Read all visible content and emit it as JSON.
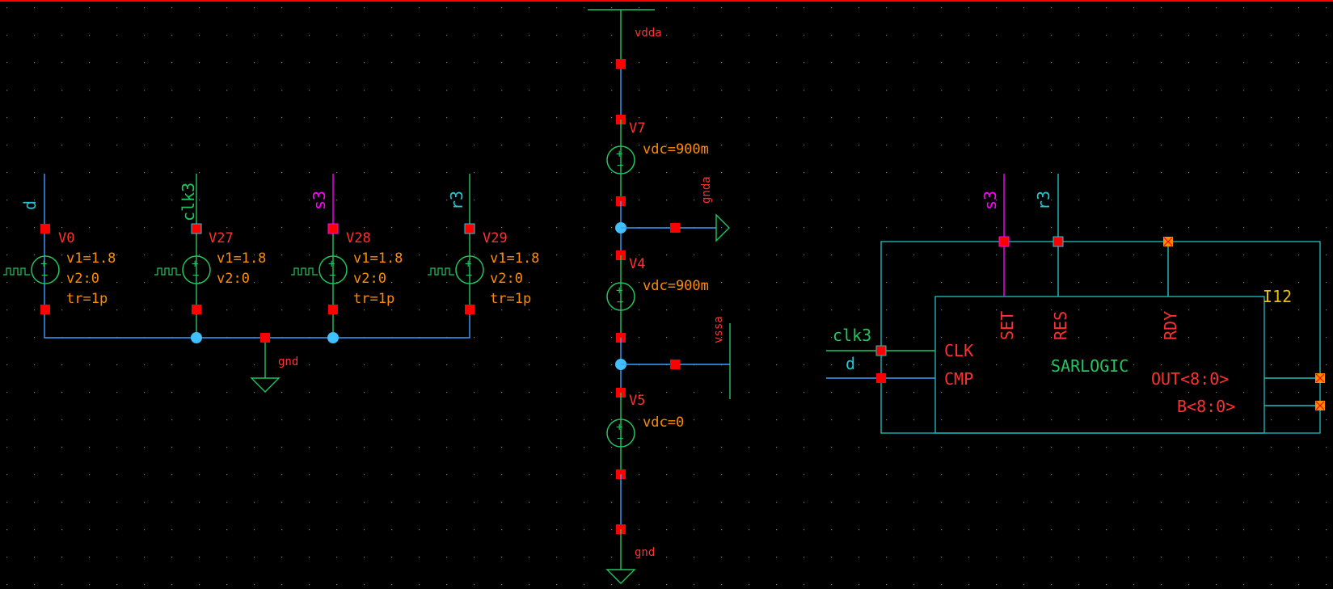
{
  "colors": {
    "background": "#000000",
    "border_top": "#ff0000",
    "wire": "#3aa0ff",
    "symbol": "#22c55e",
    "pin": "#ff0000",
    "label": "#ff3030",
    "param": "#ff8c00",
    "net_cyan": "#22c8d8",
    "net_magenta": "#ff00ff",
    "instance_name": "#e8c000",
    "block_outline": "#20c0c0",
    "junction": "#40c0ff"
  },
  "sources": [
    {
      "net": "d",
      "name": "V0",
      "params": [
        "v1=1.8",
        "v2:0",
        "tr=1p"
      ]
    },
    {
      "net": "clk3",
      "name": "V27",
      "params": [
        "v1=1.8",
        "v2:0"
      ]
    },
    {
      "net": "s3",
      "name": "V28",
      "params": [
        "v1=1.8",
        "v2:0",
        "tr=1p"
      ]
    },
    {
      "net": "r3",
      "name": "V29",
      "params": [
        "v1=1.8",
        "v2:0",
        "tr=1p"
      ]
    }
  ],
  "left_ground": "gnd",
  "supply_stack": {
    "top_net": "vdda",
    "sources": [
      {
        "name": "V7",
        "param": "vdc=900m"
      },
      {
        "name": "V4",
        "param": "vdc=900m"
      },
      {
        "name": "V5",
        "param": "vdc=0"
      }
    ],
    "mid_net": "gnda",
    "low_net": "vssa",
    "bottom_net": "gnd"
  },
  "block": {
    "instance": "I12",
    "cell": "SARLOGIC",
    "top_nets": [
      "s3",
      "r3"
    ],
    "top_pins": [
      "SET",
      "RES",
      "RDY"
    ],
    "left_nets": [
      "clk3",
      "d"
    ],
    "left_pins": [
      "CLK",
      "CMP"
    ],
    "right_pins": [
      "OUT<8:0>",
      "B<8:0>"
    ]
  }
}
